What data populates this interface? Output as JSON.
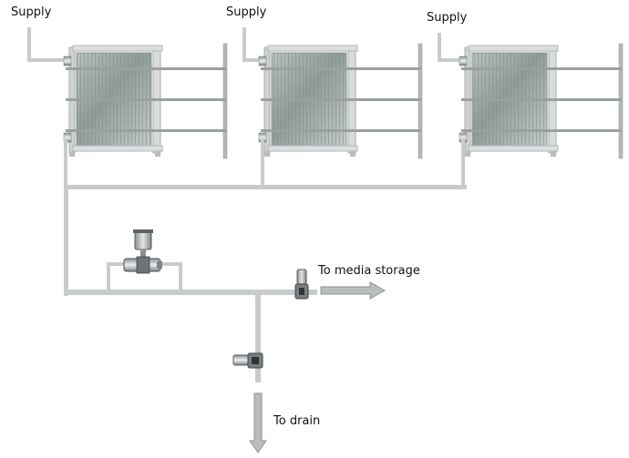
{
  "labels": {
    "supply_1": "Supply",
    "supply_2": "Supply",
    "supply_3": "Supply",
    "to_media_storage": "To media storage",
    "to_drain": "To drain"
  },
  "colors": {
    "pipe": "#c8cbcc",
    "frame": "#d4d7d8",
    "plate_pack": "#9eaaa7",
    "rod": "#9aa0a2",
    "arrow": "#b9bdbe"
  },
  "icons": [
    "heat-exchanger-icon",
    "valve-icon",
    "arrow-right-icon",
    "arrow-down-icon"
  ]
}
